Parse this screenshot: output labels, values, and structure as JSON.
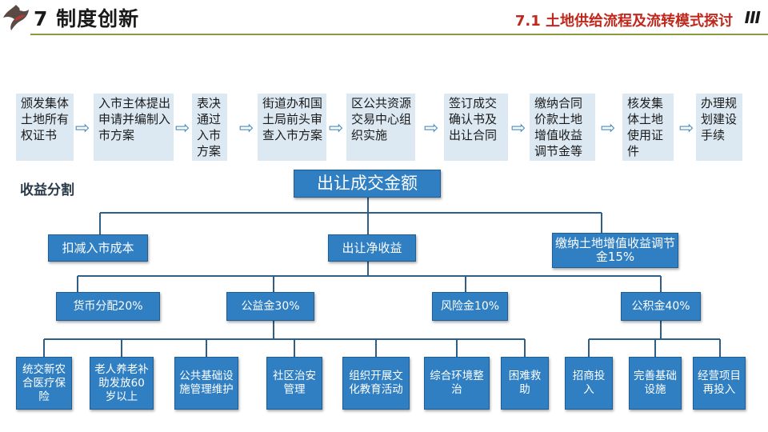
{
  "header": {
    "section_title": "7 制度创新",
    "subsection_title": "7.1 土地供给流程及流转模式探讨",
    "bars": "III"
  },
  "process_steps": [
    "颁发集体土地所有权证书",
    "入市主体提出申请并编制入市方案",
    "表决通过入市方案",
    "街道办和国土局前头审查入市方案",
    "区公共资源交易中心组织实施",
    "签订成交确认书及出让合同",
    "缴纳合同价款土地增值收益调节金等",
    "核发集体土地使用证件",
    "办理规划建设手续"
  ],
  "arrow_glyph": "⇨",
  "section_label": "收益分割",
  "tree": {
    "root": "出让成交金额",
    "level1": [
      "扣减入市成本",
      "出让净收益",
      "缴纳土地增值收益调节金15%"
    ],
    "level2": [
      "货币分配20%",
      "公益金30%",
      "风险金10%",
      "公积金40%"
    ],
    "leaves": [
      "统交新农合医疗保险",
      "老人养老补助发放60岁以上",
      "公共基础设施管理维护",
      "社区治安管理",
      "组织开展文化教育活动",
      "综合环境整治",
      "困难救助",
      "招商投入",
      "完善基础设施",
      "经营项目再投入"
    ]
  },
  "colors": {
    "node_fill": "#2f7fc2",
    "step_fill": "#dde9f2",
    "connector": "#2e5f88",
    "accent_red": "#c0281d"
  },
  "icons": {
    "logo": "bird-logo-icon",
    "arrow": "double-arrow-right-icon"
  }
}
